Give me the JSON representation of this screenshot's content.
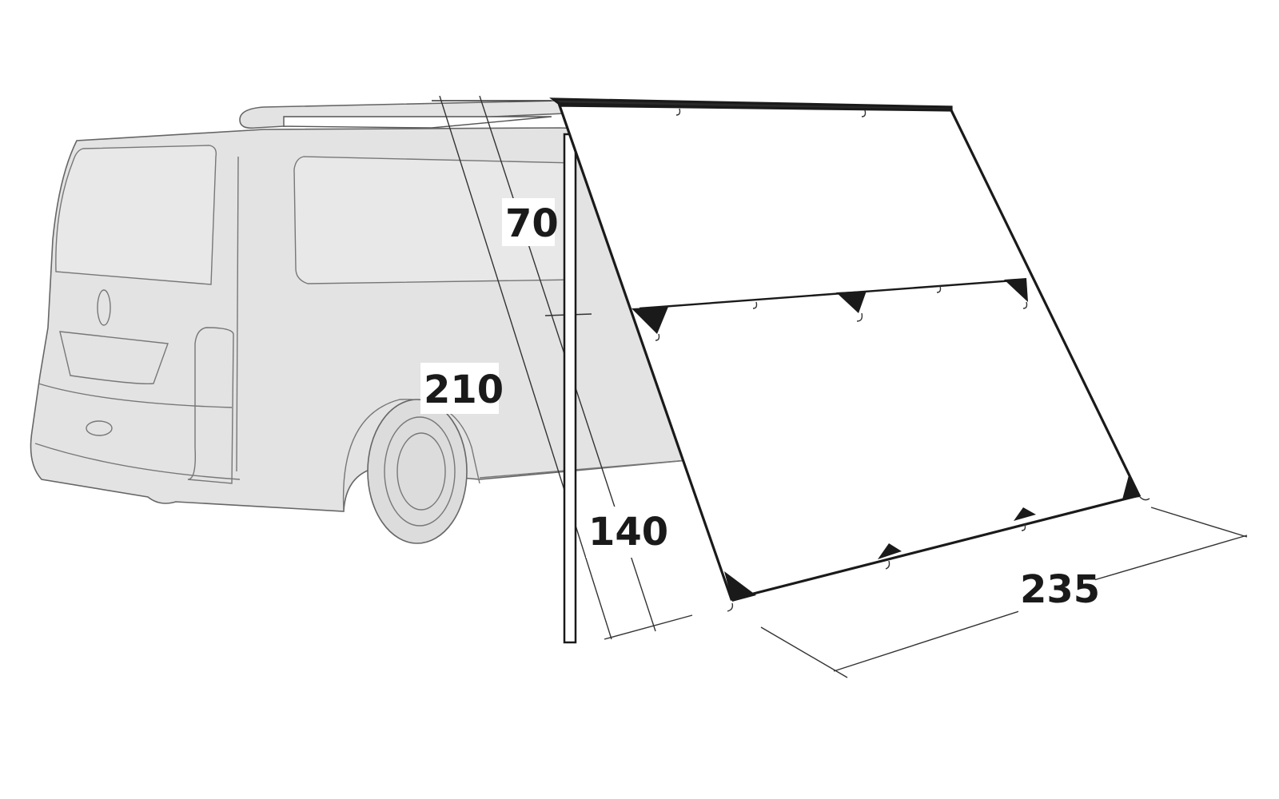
{
  "diagram": {
    "dimensions": {
      "height_upper": "70",
      "height_total": "210",
      "height_lower": "140",
      "width": "235"
    },
    "colors": {
      "van_fill": "#e3e3e3",
      "outline": "#1a1a1a",
      "label_bg": "#ffffff"
    },
    "icons": [
      "van-illustration",
      "awning-illustration",
      "pole-illustration"
    ]
  }
}
